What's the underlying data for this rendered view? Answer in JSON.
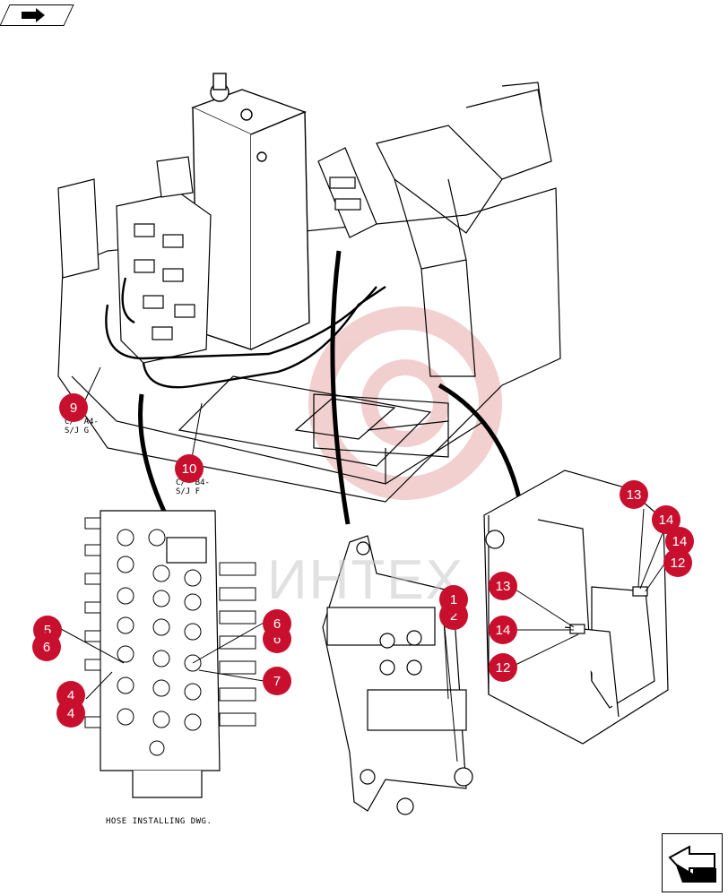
{
  "callouts": {
    "c1": "1",
    "c2": "2",
    "c4": "4",
    "c5": "5",
    "c6": "6",
    "c7": "7",
    "c9": "9",
    "c10": "10",
    "c12": "12",
    "c13": "13",
    "c14": "14"
  },
  "refs": {
    "ref9": "C/  A4-\nS/J G",
    "ref10": "C/  B4-\nS/J F"
  },
  "watermark": "ИНТЕХ",
  "caption": "HOSE INSTALLING DWG.",
  "colors": {
    "callout": "#c8102e",
    "watermark": "#e8a9a9"
  },
  "icons": {
    "top_left": "return-arrow-icon",
    "bottom_right": "next-page-arrow-icon"
  }
}
